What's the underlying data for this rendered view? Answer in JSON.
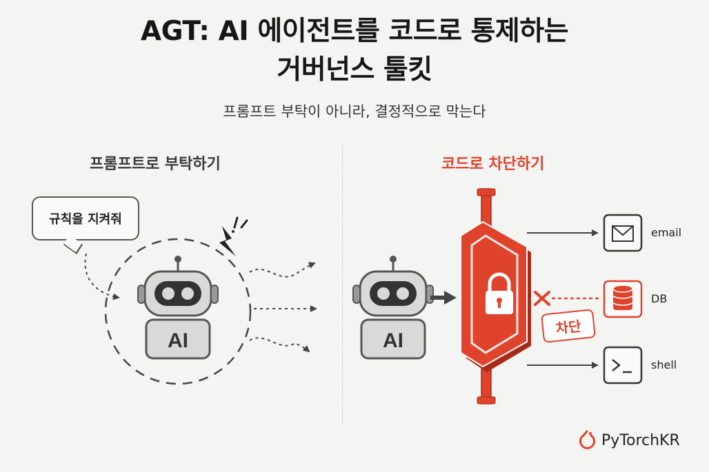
{
  "header": {
    "title_line1": "AGT: AI 에이전트를 코드로 통제하는",
    "title_line2": "거버넌스 툴킷",
    "subtitle": "프롬프트 부탁이 아니라, 결정적으로 막는다"
  },
  "left_panel": {
    "title": "프롬프트로 부탁하기",
    "speech_bubble": "규칙을 지켜줘",
    "robot_label": "AI"
  },
  "right_panel": {
    "title": "코드로 차단하기",
    "robot_label": "AI",
    "blocked_label": "차단",
    "targets": [
      {
        "label": "email",
        "icon": "envelope-icon"
      },
      {
        "label": "DB",
        "icon": "database-icon"
      },
      {
        "label": "shell",
        "icon": "terminal-icon"
      }
    ]
  },
  "brand": {
    "name": "PyTorchKR"
  },
  "colors": {
    "accent": "#e0432b",
    "ink": "#3a3a3a"
  }
}
